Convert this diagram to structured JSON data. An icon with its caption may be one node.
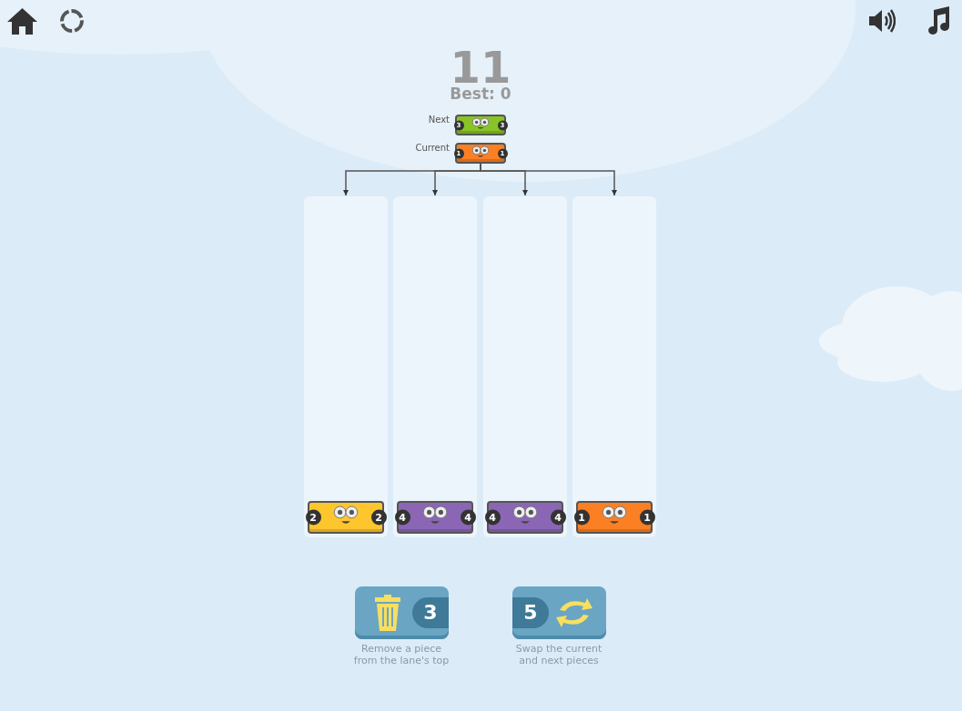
{
  "diagram": {
    "nodes": [
      {
        "text": [
          "3",
          "3"
        ],
        "beside": [
          "Next"
        ]
      },
      {
        "text": [
          "1",
          "1"
        ],
        "beside": [
          "Current"
        ]
      },
      {
        "text": [],
        "shape": "box"
      },
      {
        "text": [],
        "shape": "box"
      },
      {
        "text": [],
        "shape": "box"
      },
      {
        "text": [],
        "shape": "box"
      },
      {
        "text": [
          "2",
          "2"
        ],
        "in": 2
      },
      {
        "text": [
          "4",
          "4"
        ],
        "in": 3
      },
      {
        "text": [
          "4",
          "4"
        ],
        "in": 4
      },
      {
        "text": [
          "1",
          "1"
        ],
        "in": 5
      },
      {
        "text": [
          "3"
        ],
        "beside": [
          "Remove a piece from the lane's top"
        ]
      },
      {
        "text": [
          "5"
        ],
        "beside": [
          "Swap the current and next pieces"
        ]
      }
    ],
    "edges": [
      {
        "from": 1,
        "to": 2,
        "arrow": "to"
      },
      {
        "from": 1,
        "to": 3,
        "arrow": "to"
      },
      {
        "from": 1,
        "to": 4,
        "arrow": "to"
      },
      {
        "from": 1,
        "to": 5,
        "arrow": "to"
      }
    ],
    "labels": [
      "11",
      "Best: 0"
    ]
  }
}
